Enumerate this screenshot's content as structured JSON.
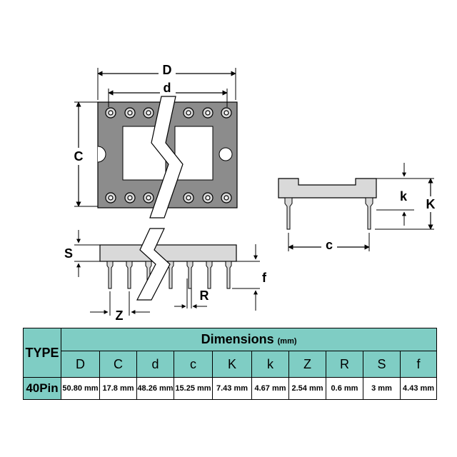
{
  "diagram": {
    "labels": {
      "D": "D",
      "d": "d",
      "C": "C",
      "S": "S",
      "Z": "Z",
      "R": "R",
      "f": "f",
      "k": "k",
      "K": "K",
      "c": "c"
    },
    "colors": {
      "body_gray": "#8c8c8c",
      "pin_face": "#d9d9d9",
      "outline": "#000000",
      "header_teal": "#7fcdc4"
    }
  },
  "table": {
    "type_header": "TYPE",
    "dimensions_header": "Dimensions",
    "dimensions_unit": "(mm)",
    "columns": [
      "D",
      "C",
      "d",
      "c",
      "K",
      "k",
      "Z",
      "R",
      "S",
      "f"
    ],
    "rows": [
      {
        "type": "40Pin",
        "values": [
          "50.80 mm",
          "17.8 mm",
          "48.26 mm",
          "15.25 mm",
          "7.43 mm",
          "4.67 mm",
          "2.54 mm",
          "0.6 mm",
          "3 mm",
          "4.43 mm"
        ]
      }
    ]
  }
}
